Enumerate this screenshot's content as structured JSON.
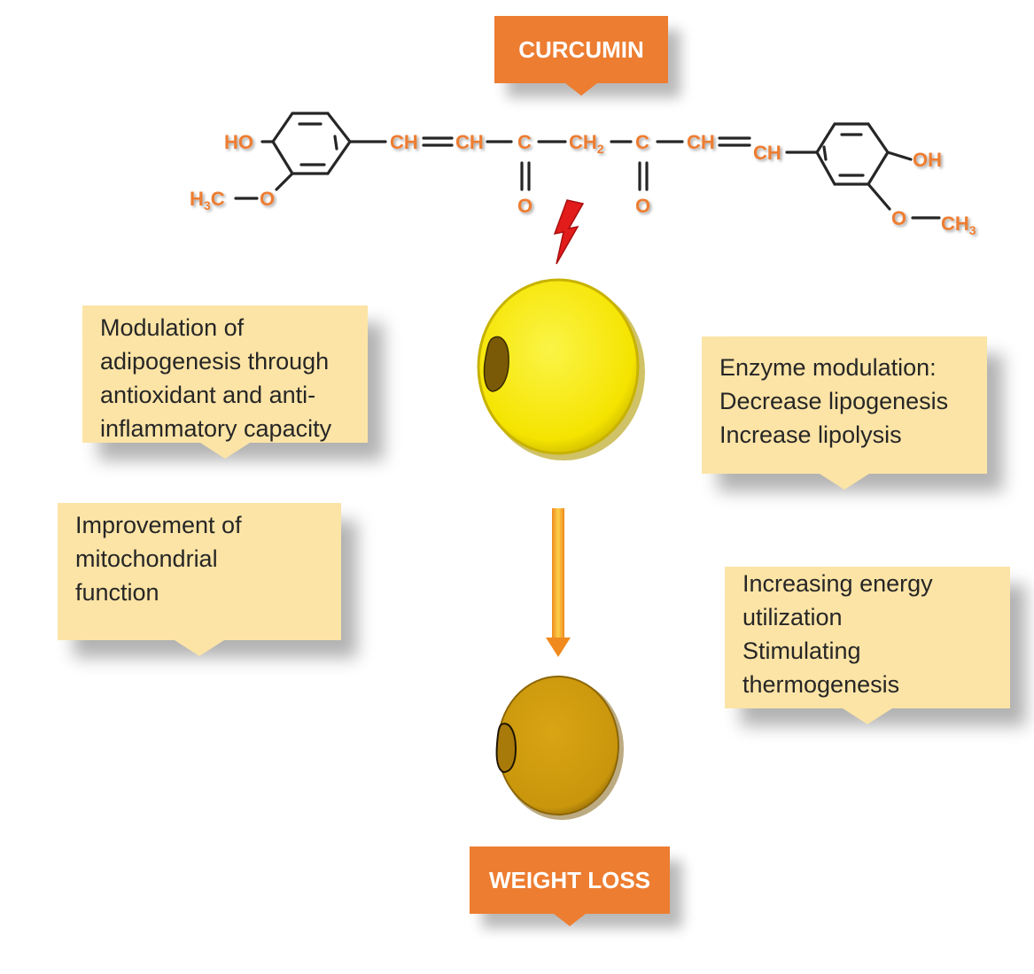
{
  "colors": {
    "structure_text": "#ed7d31",
    "label_bg": "#ed7d31",
    "callout_bg": "#fce4a6",
    "lightning": "#e21b1b",
    "arrow": "#f7b32b",
    "cell_before": "#f5e400",
    "cell_after": "#c9960c"
  },
  "top_label": "CURCUMIN",
  "bottom_label": "WEIGHT LOSS",
  "structure": {
    "ho_left": "HO",
    "h3c_left": "H",
    "h3c_left_sub": "3",
    "h3c_left_c": "C",
    "o_left": "O",
    "ch1": "CH",
    "ch2": "CH",
    "c1": "C",
    "ch2_mid": "CH",
    "ch2_mid_sub": "2",
    "c2": "C",
    "ch3": "CH",
    "ch4": "CH",
    "o_carbonyl_1": "O",
    "o_carbonyl_2": "O",
    "oh_right": "OH",
    "o_right": "O",
    "ch3_right": "CH",
    "ch3_right_sub": "3"
  },
  "callouts": {
    "top_left": [
      "Modulation of",
      "adipogenesis through",
      "antioxidant and anti-",
      "inflammatory capacity"
    ],
    "bottom_left": [
      "Improvement of",
      "mitochondrial",
      "function"
    ],
    "top_right": [
      "Enzyme modulation:",
      "Decrease lipogenesis",
      "Increase lipolysis"
    ],
    "bottom_right": [
      "Increasing energy",
      "utilization",
      "Stimulating",
      "thermogenesis"
    ]
  }
}
